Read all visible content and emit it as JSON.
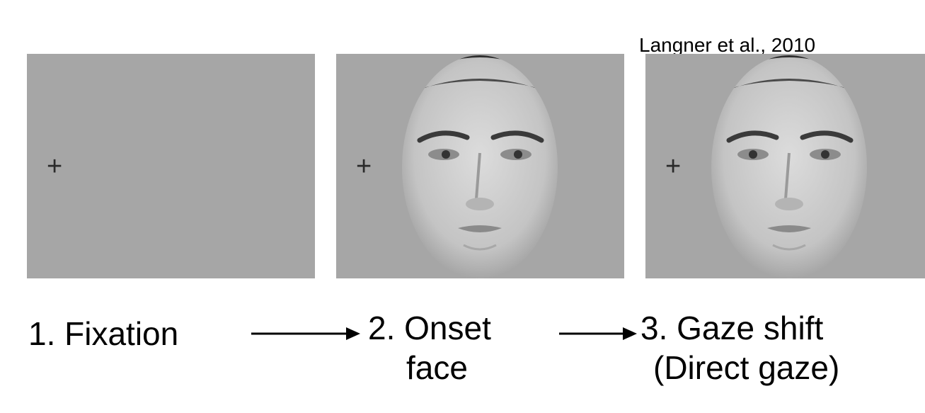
{
  "citation": "Langner et al., 2010",
  "fixation_symbol": "+",
  "steps": [
    {
      "line1": "1. Fixation",
      "line2": ""
    },
    {
      "line1": "2. Onset",
      "line2": "face"
    },
    {
      "line1": "3. Gaze shift",
      "line2": "(Direct gaze)"
    }
  ],
  "colors": {
    "panel_background": "#a6a6a6",
    "text": "#000000",
    "fixation_cross": "#2a2a2a"
  }
}
